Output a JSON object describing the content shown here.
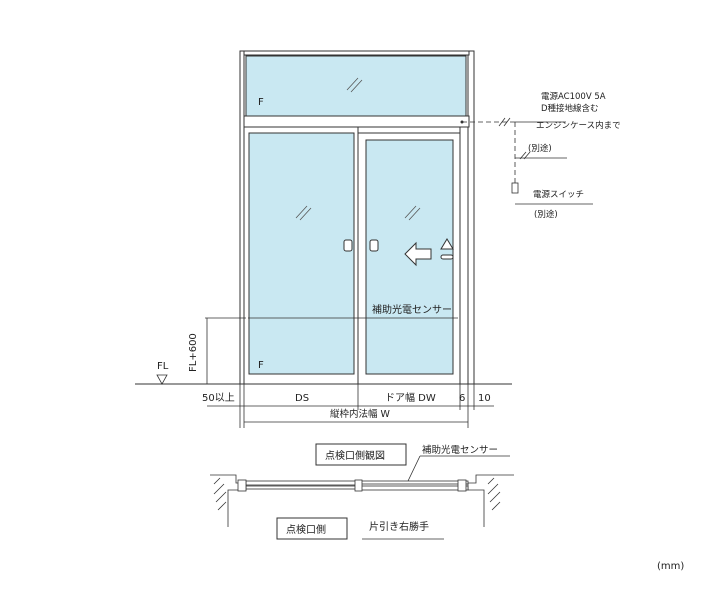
{
  "labels": {
    "fixed_top": "F",
    "fixed_bottom": "F",
    "power_line1": "電源AC100V 5A",
    "power_line2": "D種接地線含む",
    "power_line3": "エンジンケース内まで",
    "separate1": "(別途)",
    "power_switch": "電源スイッチ",
    "separate2": "(別途)",
    "aux_sensor": "補助光電センサー",
    "fl_height": "FL+600",
    "fl": "FL",
    "dim_50": "50以上",
    "dim_ds": "DS",
    "dim_dw": "ドア幅 DW",
    "dim_6": "6",
    "dim_10": "10",
    "dim_w": "縦枠内法幅 W",
    "inspection_view": "点検口側観図",
    "aux_sensor_plan": "補助光電センサー",
    "inspection_side": "点検口側",
    "slide_type": "片引き右勝手",
    "unit": "(mm)"
  },
  "colors": {
    "glass": "#c9e8f2",
    "line": "#333333",
    "frame": "#ffffff"
  }
}
